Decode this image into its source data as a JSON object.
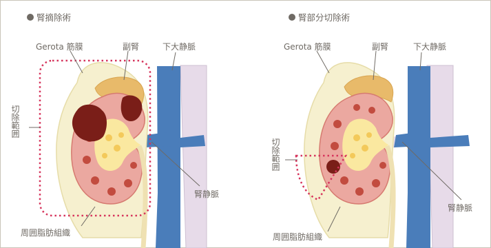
{
  "colors": {
    "capsule": "#f6f0cf",
    "kidney": "#eba8a0",
    "kidney_dark": "#e58d84",
    "cortex_spot": "#c24c3f",
    "pelvis": "#fae8a0",
    "adrenal": "#e8ba6a",
    "tumor": "#7a1e18",
    "vein": "#4a7dba",
    "artery": "#e7dbe9",
    "ureter": "#efe1b2",
    "resection_line": "#d6345c",
    "leader": "#6f6a64"
  },
  "left_panel": {
    "title": "腎摘除術",
    "labels": {
      "gerota": "Gerota 筋膜",
      "adrenal": "副腎",
      "ivc": "下大静脈",
      "resection_range": "切除範囲",
      "renal_vein": "腎静脈",
      "perirenal_fat": "周囲脂肪組織"
    }
  },
  "right_panel": {
    "title": "腎部分切除術",
    "labels": {
      "gerota": "Gerota 筋膜",
      "adrenal": "副腎",
      "ivc": "下大静脈",
      "resection_range": "切除範囲",
      "renal_vein": "腎静脈",
      "perirenal_fat": "周囲脂肪組織"
    }
  }
}
